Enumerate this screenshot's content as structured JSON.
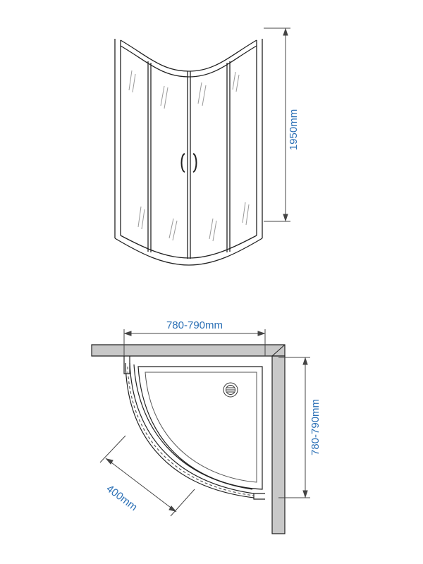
{
  "colors": {
    "dimension_text": "#2a6fb5",
    "outline": "#222222",
    "wall_fill": "#c8c8c8",
    "glass_reflection": "#9a9a9a"
  },
  "elevation_view": {
    "height_label": "1950mm"
  },
  "plan_view": {
    "width_label": "780-790mm",
    "depth_label": "780-790mm",
    "door_label": "400mm"
  }
}
